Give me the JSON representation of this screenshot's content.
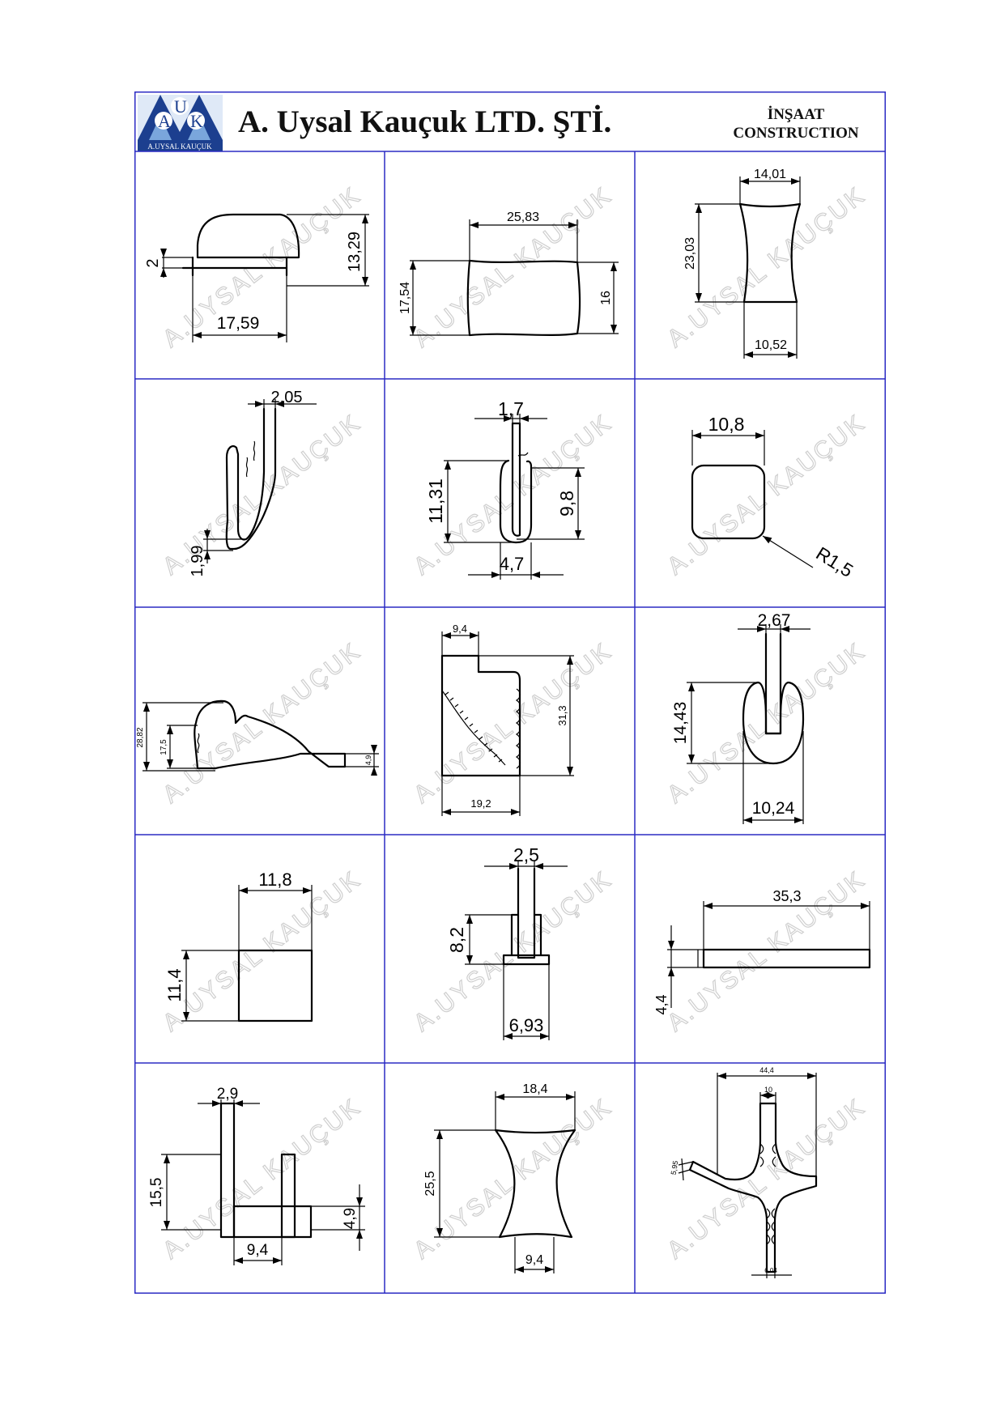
{
  "header": {
    "company_name": "A. Uysal Kauçuk LTD. ŞTİ.",
    "category_tr": "İNŞAAT",
    "category_en": "CONSTRUCTION",
    "logo": {
      "letters": [
        "A",
        "U",
        "K"
      ],
      "subtitle": "A.UYSAL KAUÇUK",
      "colors": {
        "primary": "#1c3f8f",
        "light": "#7aa6dc"
      }
    }
  },
  "watermark": "A.UYSAL KAUÇUK",
  "profiles": [
    {
      "dims": [
        "13,29",
        "2",
        "17,59"
      ]
    },
    {
      "dims": [
        "25,83",
        "17,54",
        "16"
      ]
    },
    {
      "dims": [
        "14,01",
        "23,03",
        "10,52"
      ]
    },
    {
      "dims": [
        "2,05",
        "1,99"
      ]
    },
    {
      "dims": [
        "1,7",
        "11,31",
        "9,8",
        "4,7"
      ]
    },
    {
      "dims": [
        "10,8",
        "R1,5"
      ]
    },
    {
      "dims": [
        "28,82",
        "17,5",
        "4,9"
      ]
    },
    {
      "dims": [
        "9,4",
        "31,3",
        "19,2"
      ]
    },
    {
      "dims": [
        "2,67",
        "14,43",
        "10,24"
      ]
    },
    {
      "dims": [
        "11,8",
        "11,4"
      ]
    },
    {
      "dims": [
        "2,5",
        "8,2",
        "6,93"
      ]
    },
    {
      "dims": [
        "35,3",
        "4,4"
      ]
    },
    {
      "dims": [
        "2,9",
        "15,5",
        "4,9",
        "9,4"
      ]
    },
    {
      "dims": [
        "18,4",
        "25,5",
        "9,4"
      ]
    },
    {
      "dims": [
        "44,4",
        "10",
        "5,95",
        "6,04"
      ]
    }
  ],
  "colors": {
    "frame": "#2b2bc4",
    "line": "#000000",
    "watermark": "#cfcfcf"
  }
}
